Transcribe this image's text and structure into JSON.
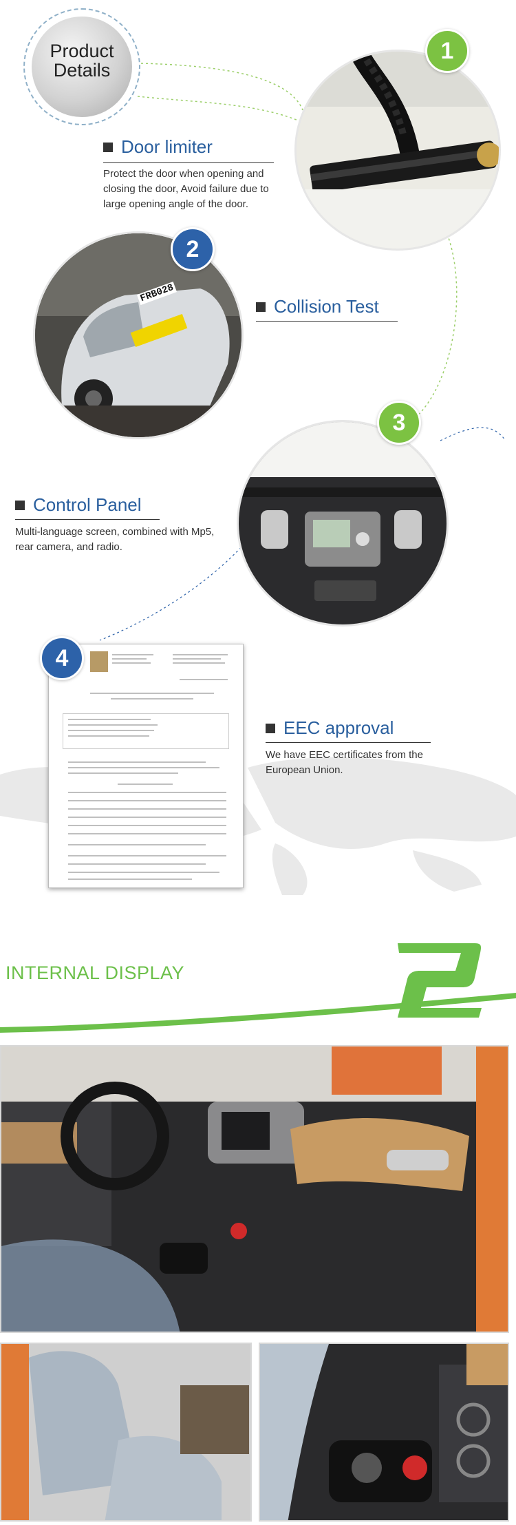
{
  "badge": {
    "line1": "Product",
    "line2": "Details"
  },
  "features": [
    {
      "number": "1",
      "title": "Door limiter",
      "description": "Protect the door when opening and closing the door, Avoid failure due to large opening angle of the door."
    },
    {
      "number": "2",
      "title": "Collision Test",
      "description": ""
    },
    {
      "number": "3",
      "title": "Control Panel",
      "description": "Multi-language screen, combined with Mp5, rear camera, and radio."
    },
    {
      "number": "4",
      "title": "EEC approval",
      "description": "We have EEC certificates from the European Union."
    }
  ],
  "collision_plate": "FRB028",
  "internal": {
    "title": "INTERNAL DISPLAY"
  },
  "colors": {
    "green": "#7cc242",
    "blue": "#2d62a9",
    "title_blue": "#2a5f9e",
    "internal_green": "#6cc04a"
  }
}
